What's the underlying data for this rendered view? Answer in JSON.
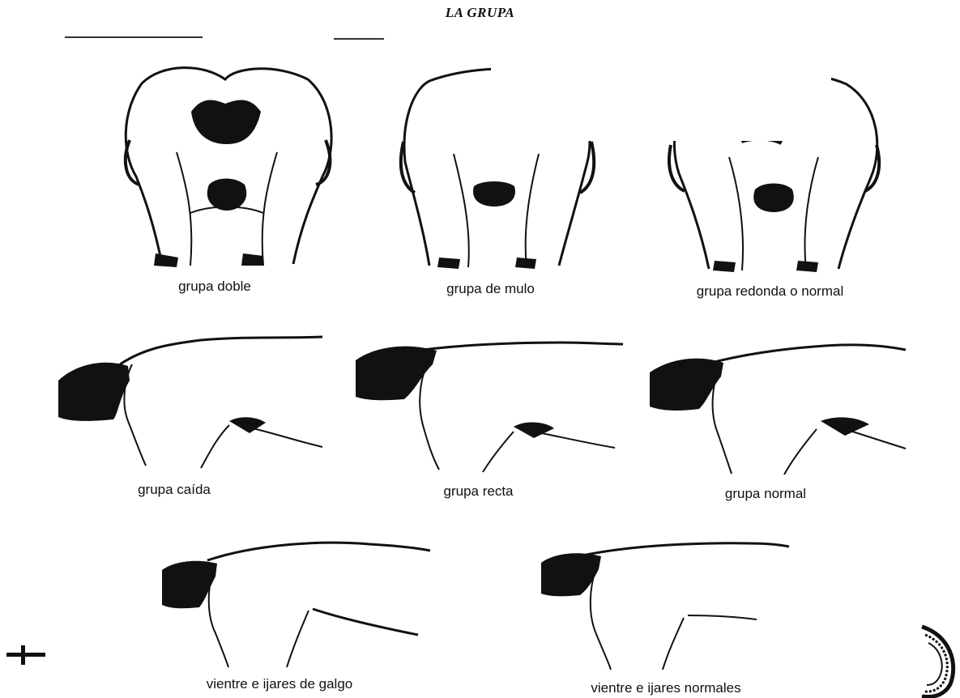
{
  "page": {
    "title": "LA GRUPA"
  },
  "rows": [
    {
      "view": "rear",
      "figures": [
        {
          "id": "doble",
          "caption": "grupa doble"
        },
        {
          "id": "mulo",
          "caption": "grupa de mulo"
        },
        {
          "id": "redonda",
          "caption": "grupa redonda o normal"
        }
      ]
    },
    {
      "view": "side",
      "figures": [
        {
          "id": "caida",
          "caption": "grupa caída"
        },
        {
          "id": "recta",
          "caption": "grupa recta"
        },
        {
          "id": "normal",
          "caption": "grupa normal"
        }
      ]
    },
    {
      "view": "side-belly",
      "figures": [
        {
          "id": "galgo",
          "caption": "vientre e ijares de galgo"
        },
        {
          "id": "normales",
          "caption": "vientre e ijares normales"
        }
      ]
    }
  ],
  "colors": {
    "ink": "#111111",
    "paper": "#ffffff"
  },
  "icons": {
    "corner_mark": "cross-mark-icon",
    "stamp": "stamp-arc-icon"
  }
}
